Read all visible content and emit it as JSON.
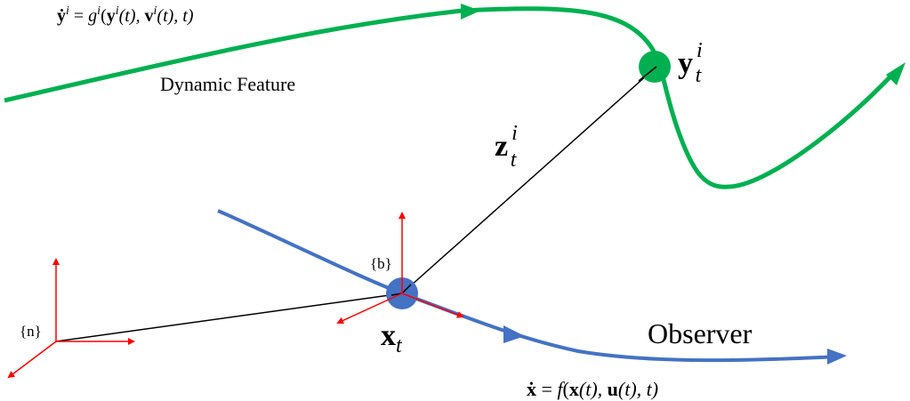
{
  "colors": {
    "feature_path": "#00B050",
    "observer_path": "#4472C4",
    "frame_axes": "#FF0000",
    "vectors": "#000000",
    "background": "#FFFFFF"
  },
  "labels": {
    "feature_dynamics": {
      "lhs": "ẏ",
      "lhs_sup": "i",
      "eq": " = ",
      "fn": "g",
      "fn_sup": "i",
      "args_open": "(",
      "y": "y",
      "y_sup": "i",
      "t1": "(t), ",
      "v": "v",
      "v_sup": "i",
      "t2": "(t), t)"
    },
    "feature_title": "Dynamic Feature",
    "feature_state": {
      "base": "y",
      "sub": "t",
      "sup": "i"
    },
    "relative_vector": {
      "base": "z",
      "sub": "t",
      "sup": "i"
    },
    "observer_state": {
      "base": "x",
      "sub": "t"
    },
    "observer_title": "Observer",
    "observer_dynamics": {
      "lhs": "ẋ",
      "eq": " = ",
      "fn": "f",
      "open": "(",
      "x": "x",
      "t1": "(t), ",
      "u": "u",
      "t2": "(t), t)"
    },
    "body_frame": "{b}",
    "nav_frame": "{n}"
  }
}
